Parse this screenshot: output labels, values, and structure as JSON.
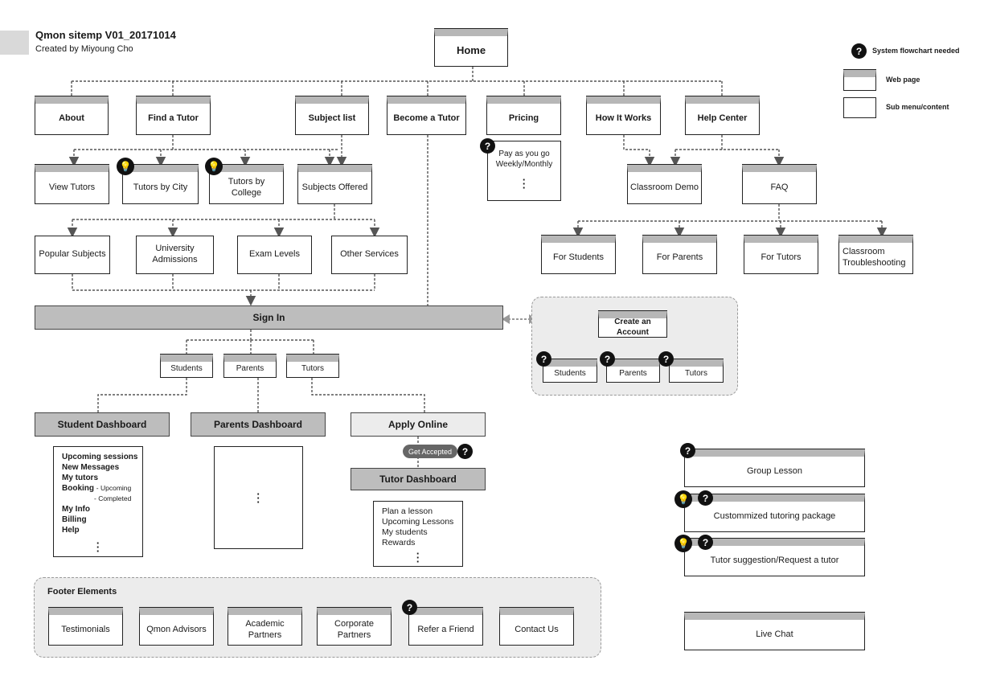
{
  "header": {
    "title": "Qmon sitemp V01_20171014",
    "subtitle": "Created by Miyoung Cho"
  },
  "legend": {
    "flowchart_label": "System flowchart needed",
    "webpage_label": "Web page",
    "submenu_label": "Sub menu/content"
  },
  "icons": {
    "question": "?",
    "bulb": "💡"
  },
  "nodes": {
    "home": "Home",
    "about": "About",
    "find_tutor": "Find a Tutor",
    "subject_list": "Subject list",
    "become_tutor": "Become a Tutor",
    "pricing": "Pricing",
    "how_it_works": "How It Works",
    "help_center": "Help Center",
    "view_tutors": "View Tutors",
    "tutors_by_city": "Tutors by City",
    "tutors_by_college": "Tutors by College",
    "subjects_offered": "Subjects Offered",
    "popular_subjects": "Popular Subjects",
    "university_admissions": "University Admissions",
    "exam_levels": "Exam Levels",
    "other_services": "Other Services",
    "classroom_demo": "Classroom Demo",
    "faq": "FAQ",
    "for_students": "For Students",
    "for_parents": "For Parents",
    "for_tutors": "For Tutors",
    "classroom_troubleshooting": "Classroom Troubleshooting",
    "sign_in": "Sign In",
    "students": "Students",
    "parents": "Parents",
    "tutors": "Tutors",
    "create_account": "Create an Account",
    "acc_students": "Students",
    "acc_parents": "Parents",
    "acc_tutors": "Tutors",
    "student_dashboard": "Student Dashboard",
    "parents_dashboard": "Parents Dashboard",
    "apply_online": "Apply Online",
    "get_accepted": "Get Accepted",
    "tutor_dashboard": "Tutor Dashboard",
    "group_lesson": "Group Lesson",
    "customized_package": "Custommized tutoring package",
    "tutor_suggestion": "Tutor suggestion/Request a tutor",
    "live_chat": "Live Chat"
  },
  "pricing_sub": {
    "line1": "Pay as you go",
    "line2": "Weekly/Monthly"
  },
  "student_menu": {
    "upcoming_sessions": "Upcoming sessions",
    "new_messages": "New Messages",
    "my_tutors": "My tutors",
    "booking": "Booking",
    "booking_upcoming": "- Upcoming",
    "booking_completed": "- Completed",
    "my_info": "My Info",
    "billing": "Billing",
    "help": "Help"
  },
  "tutor_menu": {
    "plan_lesson": "Plan a lesson",
    "upcoming_lessons": "Upcoming Lessons",
    "my_students": "My students",
    "rewards": "Rewards"
  },
  "footer": {
    "title": "Footer Elements",
    "items": [
      "Testimonials",
      "Qmon Advisors",
      "Academic Partners",
      "Corporate Partners",
      "Refer a Friend",
      "Contact Us"
    ]
  }
}
